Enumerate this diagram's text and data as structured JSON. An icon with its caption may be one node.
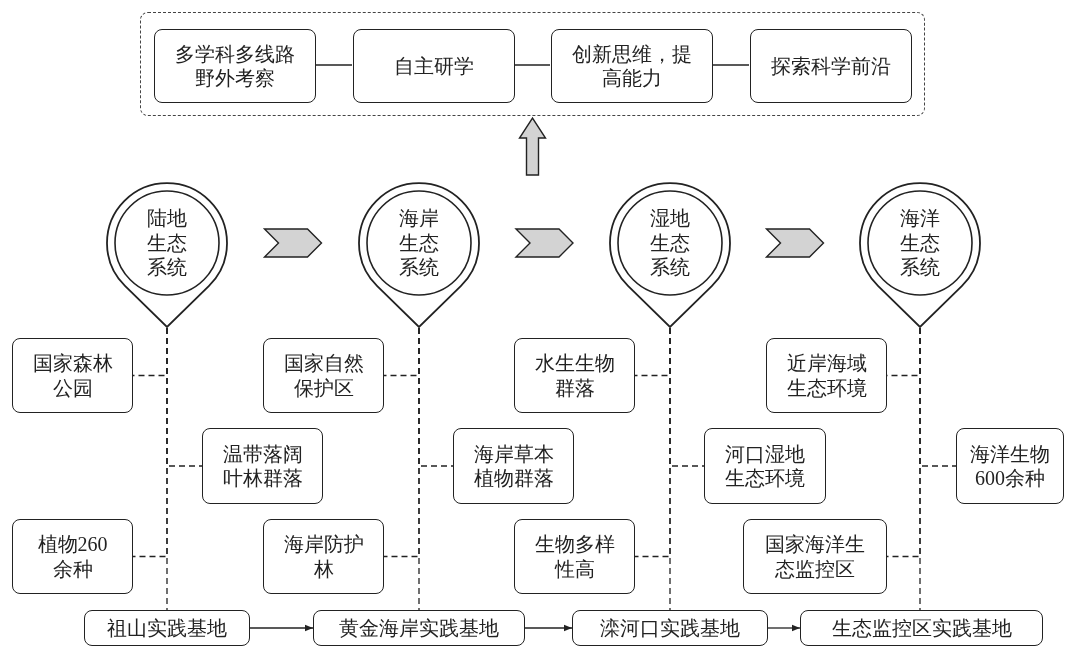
{
  "diagram": {
    "nodes": [
      {
        "text": [],
        "shape": "box"
      },
      {
        "text": [
          "多学科多线路野外考察"
        ],
        "in": 0
      },
      {
        "text": [
          "自主研学"
        ],
        "in": 0
      },
      {
        "text": [
          "创新思维，提高能力"
        ],
        "in": 0
      },
      {
        "text": [
          "探索科学前沿"
        ],
        "in": 0
      },
      {
        "text": [
          "陆地生态系统"
        ]
      },
      {
        "text": [
          "海岸生态系统"
        ]
      },
      {
        "text": [
          "湿地生态系统"
        ]
      },
      {
        "text": [
          "海洋生态系统"
        ]
      },
      {
        "text": [
          "国家森林公园"
        ]
      },
      {
        "text": [
          "国家自然保护区"
        ]
      },
      {
        "text": [
          "水生生物群落"
        ]
      },
      {
        "text": [
          "近岸海域生态环境"
        ]
      },
      {
        "text": [
          "温带落阔叶林群落"
        ]
      },
      {
        "text": [
          "海岸草本植物群落"
        ]
      },
      {
        "text": [
          "河口湿地生态环境"
        ]
      },
      {
        "text": [
          "海洋生物600余种"
        ]
      },
      {
        "text": [
          "植物260余种"
        ]
      },
      {
        "text": [
          "海岸防护林"
        ]
      },
      {
        "text": [
          "生物多样性高"
        ]
      },
      {
        "text": [
          "国家海洋生态监控区"
        ]
      },
      {
        "text": [
          "祖山实践基地"
        ]
      },
      {
        "text": [
          "黄金海岸实践基地"
        ]
      },
      {
        "text": [
          "滦河口实践基地"
        ]
      },
      {
        "text": [
          "生态监控区实践基地"
        ]
      }
    ],
    "edges": [
      {
        "from": 1,
        "to": 2,
        "arrow": "none"
      },
      {
        "from": 2,
        "to": 3,
        "arrow": "none"
      },
      {
        "from": 3,
        "to": 4,
        "arrow": "none"
      },
      {
        "from": null,
        "to": 0,
        "arrow": "to",
        "style": "thick",
        "color": "#d3d3d3"
      },
      {
        "from": 5,
        "to": 6,
        "arrow": "to",
        "style": "thick",
        "color": "#d3d3d3"
      },
      {
        "from": 6,
        "to": 7,
        "arrow": "to",
        "style": "thick",
        "color": "#d3d3d3"
      },
      {
        "from": 7,
        "to": 8,
        "arrow": "to",
        "style": "thick",
        "color": "#d3d3d3"
      },
      {
        "from": 5,
        "to": 9,
        "arrow": "none",
        "style": "dashed"
      },
      {
        "from": 5,
        "to": 13,
        "arrow": "none",
        "style": "dashed"
      },
      {
        "from": 5,
        "to": 17,
        "arrow": "none",
        "style": "dashed"
      },
      {
        "from": 5,
        "to": 21,
        "arrow": "none",
        "style": "dashed"
      },
      {
        "from": 6,
        "to": 10,
        "arrow": "none",
        "style": "dashed"
      },
      {
        "from": 6,
        "to": 14,
        "arrow": "none",
        "style": "dashed"
      },
      {
        "from": 6,
        "to": 18,
        "arrow": "none",
        "style": "dashed"
      },
      {
        "from": 6,
        "to": 22,
        "arrow": "none",
        "style": "dashed"
      },
      {
        "from": 7,
        "to": 11,
        "arrow": "none",
        "style": "dashed"
      },
      {
        "from": 7,
        "to": 15,
        "arrow": "none",
        "style": "dashed"
      },
      {
        "from": 7,
        "to": 19,
        "arrow": "none",
        "style": "dashed"
      },
      {
        "from": 7,
        "to": 23,
        "arrow": "none",
        "style": "dashed"
      },
      {
        "from": 8,
        "to": 12,
        "arrow": "none",
        "style": "dashed"
      },
      {
        "from": 8,
        "to": 16,
        "arrow": "none",
        "style": "dashed"
      },
      {
        "from": 8,
        "to": 20,
        "arrow": "none",
        "style": "dashed"
      },
      {
        "from": 8,
        "to": 24,
        "arrow": "none",
        "style": "dashed"
      },
      {
        "from": 21,
        "to": 22,
        "arrow": "to"
      },
      {
        "from": 22,
        "to": 23,
        "arrow": "to"
      },
      {
        "from": 23,
        "to": 24,
        "arrow": "to"
      }
    ]
  }
}
